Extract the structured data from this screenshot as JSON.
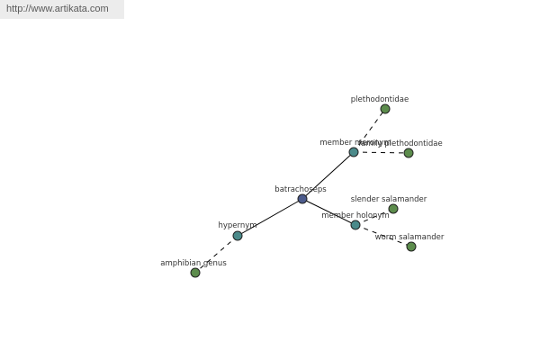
{
  "site": {
    "url_text": "http://www.artikata.com"
  },
  "colors": {
    "center": "#4c5b8c",
    "relation": "#4b8a8a",
    "leaf": "#5c8c4c"
  },
  "labels": {
    "batrachoseps": "batrachoseps",
    "hypernym": "hypernym",
    "amphibian_genus": "amphibian genus",
    "member_meronym": "member meronym",
    "plethodontidae": "plethodontidae",
    "family_plethodontidae": "family plethodontidae",
    "member_holonym": "member holonym",
    "slender_salamander": "slender salamander",
    "worm_salamander": "worm salamander"
  }
}
